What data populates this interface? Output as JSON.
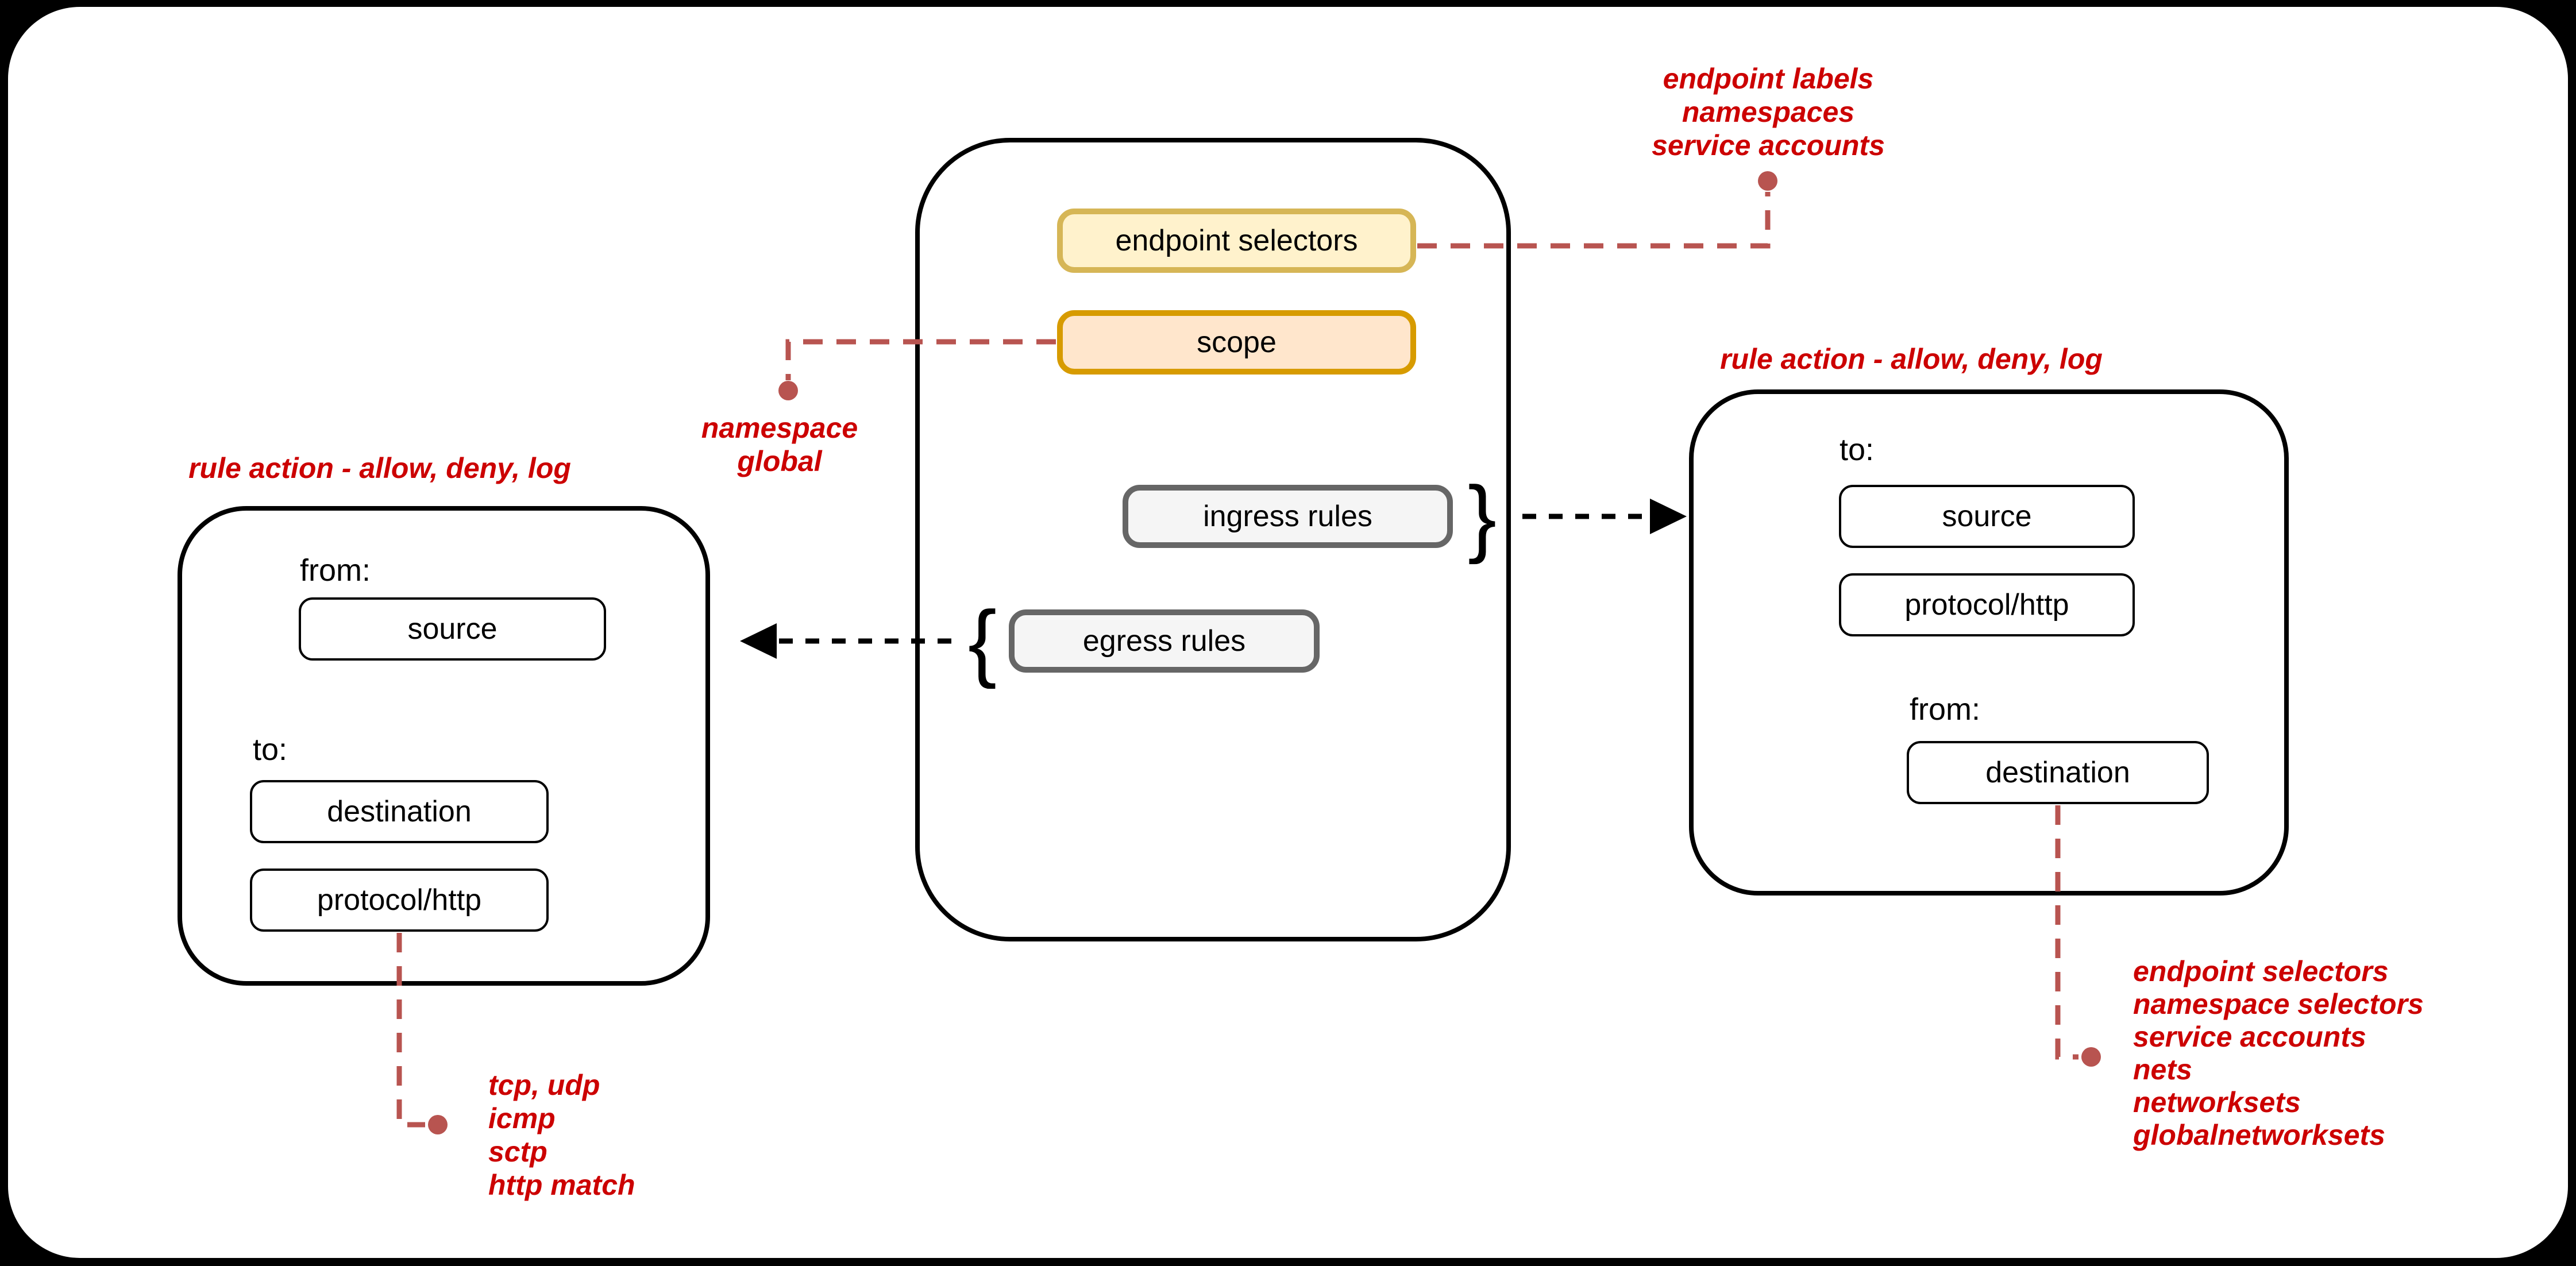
{
  "diagram": {
    "central": {
      "endpoint_selectors": "endpoint selectors",
      "scope": "scope",
      "ingress_rules": "ingress rules",
      "egress_rules": "egress rules",
      "ingress_brace": "}",
      "egress_brace": "{"
    },
    "egress_panel": {
      "title": "rule action - allow, deny, log",
      "from_label": "from:",
      "source": "source",
      "to_label": "to:",
      "destination": "destination",
      "protocol": "protocol/http"
    },
    "ingress_panel": {
      "title": "rule action - allow, deny, log",
      "to_label": "to:",
      "source": "source",
      "protocol": "protocol/http",
      "from_label": "from:",
      "destination": "destination"
    },
    "annotations": {
      "endpoint_selector_values": {
        "lines": [
          "endpoint labels",
          "namespaces",
          "service accounts"
        ]
      },
      "scope_values": {
        "lines": [
          "namespace",
          "global"
        ]
      },
      "protocol_values": {
        "lines": [
          "tcp, udp",
          "icmp",
          "sctp",
          "http match"
        ]
      },
      "destination_values": {
        "lines": [
          "endpoint selectors",
          "namespace selectors",
          "service accounts",
          "nets",
          "networksets",
          "globalnetworksets"
        ]
      }
    },
    "colors": {
      "background": "#000000",
      "canvas": "#ffffff",
      "annotation_text": "#cc0000",
      "connector": "#b85450",
      "endpoint_selectors_fill": "#fff2cc",
      "endpoint_selectors_stroke": "#d6b656",
      "scope_fill": "#ffe6cc",
      "scope_stroke": "#d79b00",
      "rules_fill": "#f5f5f5",
      "rules_stroke": "#666666",
      "outline": "#000000"
    }
  }
}
